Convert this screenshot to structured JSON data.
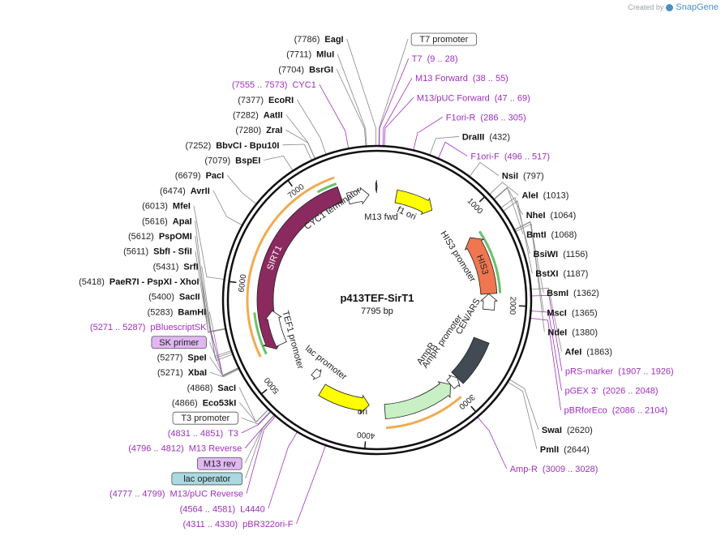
{
  "brand": {
    "created_by": "Created by",
    "name": "SnapGene"
  },
  "plasmid": {
    "name": "p413TEF-SirT1",
    "length_label": "7795 bp",
    "length": 7795
  },
  "colors": {
    "backbone": "#111111",
    "primer": "#a02fc0",
    "feature_label_box_primer": "#e0b7f2",
    "feature_label_box_operator": "#a9d9e2",
    "sirt1": "#8b2a5f",
    "his3": "#f07650",
    "ampr": "#c8f0c4",
    "f1ori": "#ffff00",
    "ori": "#ffff00",
    "cen_ars": "#424a53",
    "promoter": "#ffffff",
    "orf_arc": "#f0a23c",
    "green_arc": "#5cb85c"
  },
  "ticks": [
    {
      "label": "1000",
      "pos": 1000
    },
    {
      "label": "2000",
      "pos": 2000
    },
    {
      "label": "3000",
      "pos": 3000
    },
    {
      "label": "4000",
      "pos": 4000
    },
    {
      "label": "5000",
      "pos": 5000
    },
    {
      "label": "6000",
      "pos": 6000
    },
    {
      "label": "7000",
      "pos": 7000
    }
  ],
  "enzymes": [
    {
      "name": "EagI",
      "pos_label": "(7786)",
      "pos": 7786,
      "side": "left"
    },
    {
      "name": "MluI",
      "pos_label": "(7711)",
      "pos": 7711,
      "side": "left"
    },
    {
      "name": "BsrGI",
      "pos_label": "(7704)",
      "pos": 7704,
      "side": "left"
    },
    {
      "name": "EcoRI",
      "pos_label": "(7377)",
      "pos": 7377,
      "side": "left"
    },
    {
      "name": "AatII",
      "pos_label": "(7282)",
      "pos": 7282,
      "side": "left"
    },
    {
      "name": "ZraI",
      "pos_label": "(7280)",
      "pos": 7280,
      "side": "left"
    },
    {
      "name": "BbvCI  -  Bpu10I",
      "pos_label": "(7252)",
      "pos": 7252,
      "side": "left"
    },
    {
      "name": "BspEI",
      "pos_label": "(7079)",
      "pos": 7079,
      "side": "left"
    },
    {
      "name": "PacI",
      "pos_label": "(6679)",
      "pos": 6679,
      "side": "left"
    },
    {
      "name": "AvrII",
      "pos_label": "(6474)",
      "pos": 6474,
      "side": "left"
    },
    {
      "name": "MfeI",
      "pos_label": "(6013)",
      "pos": 6013,
      "side": "left"
    },
    {
      "name": "ApaI",
      "pos_label": "(5616)",
      "pos": 5616,
      "side": "left"
    },
    {
      "name": "PspOMI",
      "pos_label": "(5612)",
      "pos": 5612,
      "side": "left"
    },
    {
      "name": "SbfI  -  SfiI",
      "pos_label": "(5611)",
      "pos": 5611,
      "side": "left"
    },
    {
      "name": "SrfI",
      "pos_label": "(5431)",
      "pos": 5431,
      "side": "left"
    },
    {
      "name": "PaeR7I  -  PspXI  -  XhoI",
      "pos_label": "(5418)",
      "pos": 5418,
      "side": "left"
    },
    {
      "name": "SacII",
      "pos_label": "(5400)",
      "pos": 5400,
      "side": "left"
    },
    {
      "name": "BamHI",
      "pos_label": "(5283)",
      "pos": 5283,
      "side": "left"
    },
    {
      "name": "SpeI",
      "pos_label": "(5277)",
      "pos": 5277,
      "side": "left"
    },
    {
      "name": "XbaI",
      "pos_label": "(5271)",
      "pos": 5271,
      "side": "left"
    },
    {
      "name": "SacI",
      "pos_label": "(4868)",
      "pos": 4868,
      "side": "left"
    },
    {
      "name": "Eco53kI",
      "pos_label": "(4866)",
      "pos": 4866,
      "side": "left"
    },
    {
      "name": "DraIII",
      "pos_label": "(432)",
      "pos": 432,
      "side": "right"
    },
    {
      "name": "NsiI",
      "pos_label": "(797)",
      "pos": 797,
      "side": "right"
    },
    {
      "name": "AleI",
      "pos_label": "(1013)",
      "pos": 1013,
      "side": "right"
    },
    {
      "name": "NheI",
      "pos_label": "(1064)",
      "pos": 1064,
      "side": "right"
    },
    {
      "name": "BmtI",
      "pos_label": "(1068)",
      "pos": 1068,
      "side": "right"
    },
    {
      "name": "BsiWI",
      "pos_label": "(1156)",
      "pos": 1156,
      "side": "right"
    },
    {
      "name": "BstXI",
      "pos_label": "(1187)",
      "pos": 1187,
      "side": "right"
    },
    {
      "name": "BsmI",
      "pos_label": "(1362)",
      "pos": 1362,
      "side": "right"
    },
    {
      "name": "MscI",
      "pos_label": "(1365)",
      "pos": 1365,
      "side": "right"
    },
    {
      "name": "NdeI",
      "pos_label": "(1380)",
      "pos": 1380,
      "side": "right"
    },
    {
      "name": "AfeI",
      "pos_label": "(1863)",
      "pos": 1863,
      "side": "right"
    },
    {
      "name": "SwaI",
      "pos_label": "(2620)",
      "pos": 2620,
      "side": "right"
    },
    {
      "name": "PmlI",
      "pos_label": "(2644)",
      "pos": 2644,
      "side": "right"
    }
  ],
  "primers": [
    {
      "name": "T7",
      "range_label": "(9 .. 28)",
      "pos": 18,
      "side": "right"
    },
    {
      "name": "M13 Forward",
      "range_label": "(38 .. 55)",
      "pos": 46,
      "side": "right"
    },
    {
      "name": "M13/pUC Forward",
      "range_label": "(47 .. 69)",
      "pos": 58,
      "side": "right"
    },
    {
      "name": "F1ori-R",
      "range_label": "(286 .. 305)",
      "pos": 295,
      "side": "right"
    },
    {
      "name": "F1ori-F",
      "range_label": "(496 .. 517)",
      "pos": 506,
      "side": "right"
    },
    {
      "name": "pRS-marker",
      "range_label": "(1907 .. 1926)",
      "pos": 1916,
      "side": "right"
    },
    {
      "name": "pGEX 3'",
      "range_label": "(2026 .. 2048)",
      "pos": 2037,
      "side": "right"
    },
    {
      "name": "pBRforEco",
      "range_label": "(2086 .. 2104)",
      "pos": 2095,
      "side": "right"
    },
    {
      "name": "Amp-R",
      "range_label": "(3009 .. 3028)",
      "pos": 3018,
      "side": "right"
    },
    {
      "name": "pBR322ori-F",
      "range_label": "(4311 .. 4330)",
      "pos": 4320,
      "side": "left"
    },
    {
      "name": "L4440",
      "range_label": "(4564 .. 4581)",
      "pos": 4572,
      "side": "left"
    },
    {
      "name": "M13/pUC Reverse",
      "range_label": "(4777 .. 4799)",
      "pos": 4788,
      "side": "left"
    },
    {
      "name": "M13 Reverse",
      "range_label": "(4796 .. 4812)",
      "pos": 4804,
      "side": "left"
    },
    {
      "name": "T3",
      "range_label": "(4831 .. 4851)",
      "pos": 4841,
      "side": "left"
    },
    {
      "name": "pBluescriptSK",
      "range_label": "(5271 .. 5287)",
      "pos": 5279,
      "side": "left"
    },
    {
      "name": "CYC1",
      "range_label": "(7555 .. 7573)",
      "pos": 7564,
      "side": "left"
    }
  ],
  "boxed_features": [
    {
      "name": "T7 promoter",
      "style": "plain",
      "pos": 14
    },
    {
      "name": "T3 promoter",
      "style": "plain",
      "pos": 4846
    },
    {
      "name": "M13 rev",
      "style": "primer",
      "pos": 4804
    },
    {
      "name": "lac operator",
      "style": "operator",
      "pos": 4800
    },
    {
      "name": "SK primer",
      "style": "primer",
      "pos": 5279
    }
  ],
  "features": [
    {
      "name": "SIRT1",
      "start": 5283,
      "end": 7377,
      "dir": -1,
      "color_key": "sirt1",
      "label_on_arc": true
    },
    {
      "name": "HIS3",
      "start": 1215,
      "end": 1880,
      "dir": -1,
      "color_key": "his3",
      "label_on_arc": true
    },
    {
      "name": "HIS3 promoter",
      "start": 1880,
      "end": 2055,
      "dir": -1,
      "color_key": "promoter",
      "label_on_arc": false
    },
    {
      "name": "f1 ori",
      "start": 225,
      "end": 680,
      "dir": 1,
      "color_key": "f1ori",
      "label_on_arc": false
    },
    {
      "name": "CEN/ARS",
      "start": 2405,
      "end": 2905,
      "dir": 0,
      "color_key": "cen_ars",
      "label_on_arc": false
    },
    {
      "name": "AmpR promoter",
      "start": 2905,
      "end": 3010,
      "dir": -1,
      "color_key": "promoter",
      "label_on_arc": false
    },
    {
      "name": "AmpR",
      "start": 3010,
      "end": 3810,
      "dir": -1,
      "color_key": "ampr",
      "label_on_arc": false
    },
    {
      "name": "ori",
      "start": 3990,
      "end": 4580,
      "dir": -1,
      "color_key": "ori",
      "label_on_arc": false
    },
    {
      "name": "lac promoter",
      "start": 4695,
      "end": 4790,
      "dir": -1,
      "color_key": "promoter",
      "label_on_arc": false
    },
    {
      "name": "TEF1 promoter",
      "start": 5310,
      "end": 5720,
      "dir": 1,
      "color_key": "promoter",
      "label_on_arc": false
    },
    {
      "name": "CYC1 terminator",
      "start": 7450,
      "end": 7700,
      "dir": 1,
      "color_key": "promoter",
      "label_on_arc": false
    },
    {
      "name": "M13 fwd",
      "start": 7780,
      "end": 7795,
      "dir": 1,
      "color_key": "sirt1",
      "label_on_arc": false
    }
  ]
}
